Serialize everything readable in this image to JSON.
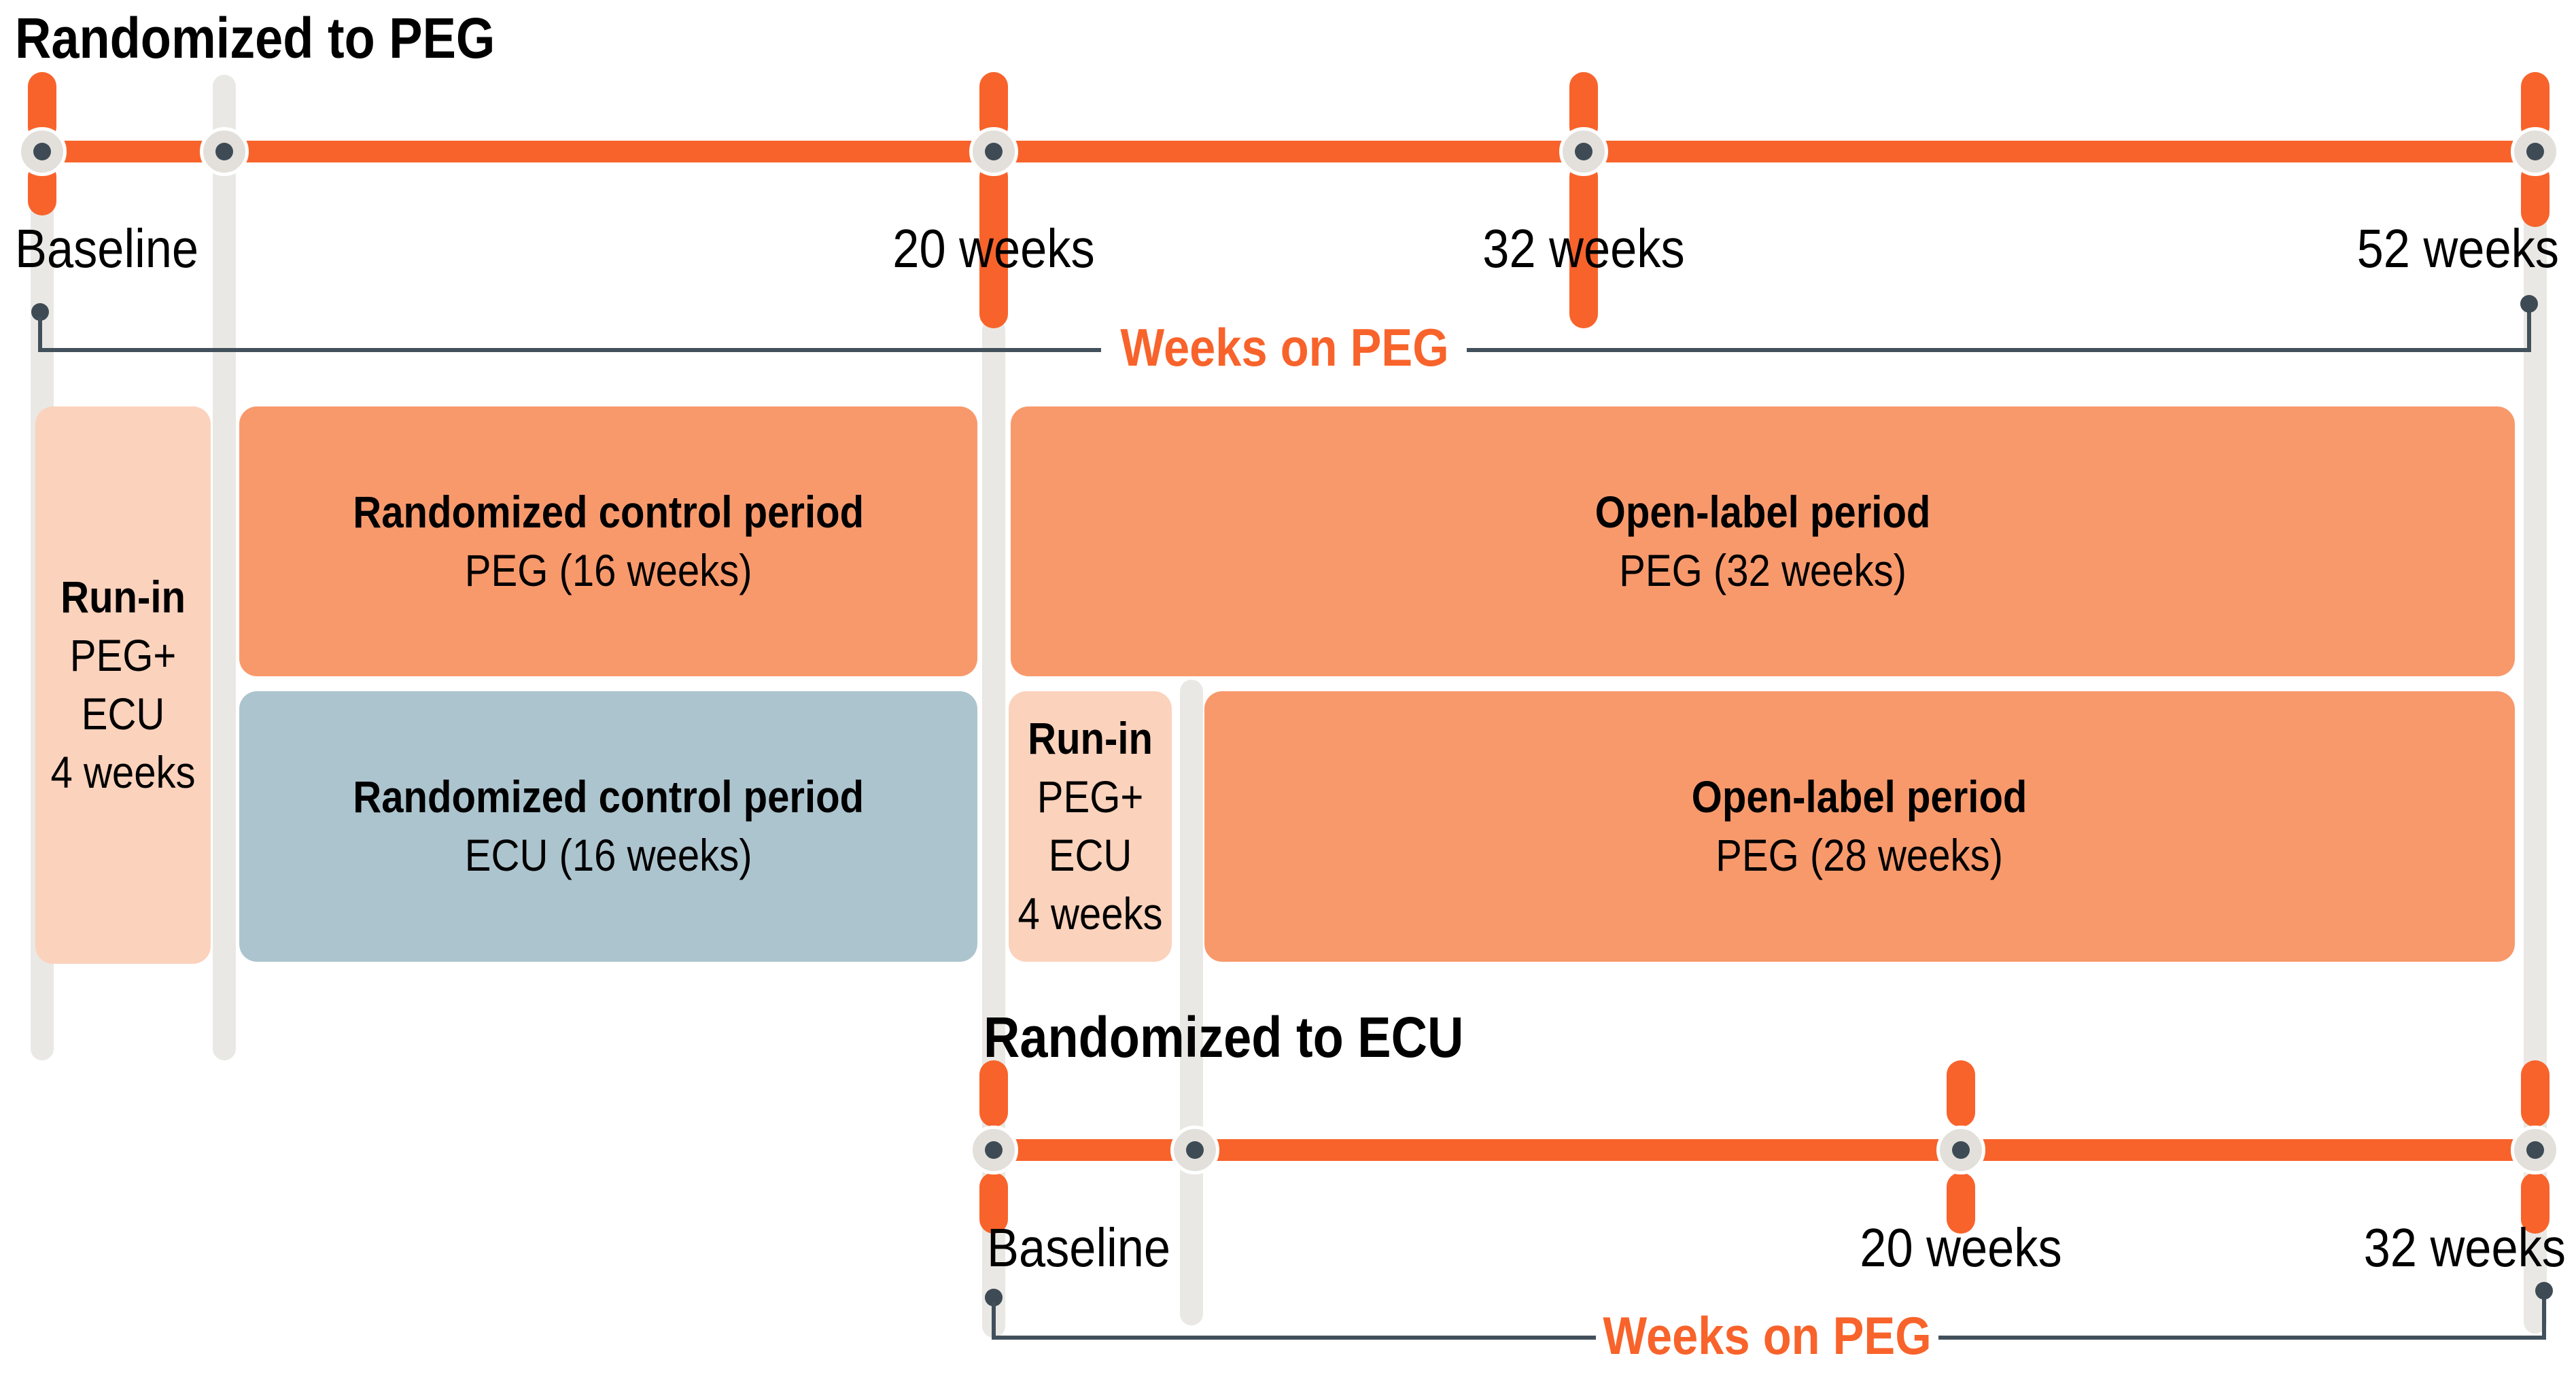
{
  "figure": {
    "type": "clinical-study-design-diagram",
    "palette": {
      "timeline_orange": "#F8632B",
      "period_orange": "#F8996C",
      "period_pink": "#FBD2BC",
      "period_blue": "#ACC4CE",
      "slot_gray": "#EAE8E4",
      "marker_gray": "#E3E0DB",
      "slate_dark": "#3E4B55",
      "text_black": "#000000"
    }
  },
  "timeline_peg": {
    "title": "Randomized to PEG",
    "labels": {
      "baseline": "Baseline",
      "w20": "20 weeks",
      "w32": "32 weeks",
      "w52": "52 weeks"
    },
    "bracket_label": "Weeks on PEG"
  },
  "timeline_ecu": {
    "title": "Randomized to ECU",
    "labels": {
      "baseline": "Baseline",
      "w20": "20 weeks",
      "w32": "32 weeks"
    },
    "bracket_label": "Weeks on PEG"
  },
  "boxes": {
    "run_in_peg": {
      "lines": [
        "Run-in",
        "PEG+",
        "ECU",
        "4 weeks"
      ]
    },
    "rcp_peg": {
      "lines": [
        "Randomized control period",
        "PEG (16 weeks)"
      ]
    },
    "rcp_ecu": {
      "lines": [
        "Randomized control period",
        "ECU (16 weeks)"
      ]
    },
    "open_label_peg32": {
      "lines": [
        "Open-label period",
        "PEG (32 weeks)"
      ]
    },
    "run_in_ecu": {
      "lines": [
        "Run-in",
        "PEG+",
        "ECU",
        "4 weeks"
      ]
    },
    "open_label_peg28": {
      "lines": [
        "Open-label period",
        "PEG (28 weeks)"
      ]
    }
  }
}
